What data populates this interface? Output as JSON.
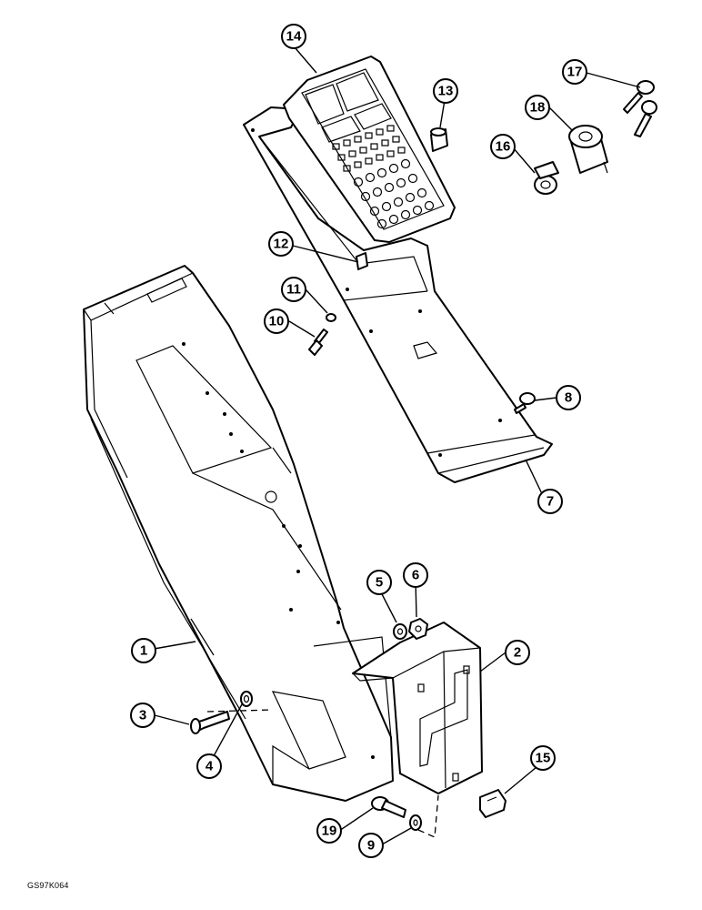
{
  "figure_code": "GS97K064",
  "callouts": [
    {
      "id": "c1",
      "label": "1"
    },
    {
      "id": "c2",
      "label": "2"
    },
    {
      "id": "c3",
      "label": "3"
    },
    {
      "id": "c4",
      "label": "4"
    },
    {
      "id": "c5",
      "label": "5"
    },
    {
      "id": "c6",
      "label": "6"
    },
    {
      "id": "c7",
      "label": "7"
    },
    {
      "id": "c8",
      "label": "8"
    },
    {
      "id": "c9",
      "label": "9"
    },
    {
      "id": "c10",
      "label": "10"
    },
    {
      "id": "c11",
      "label": "11"
    },
    {
      "id": "c12",
      "label": "12"
    },
    {
      "id": "c13",
      "label": "13"
    },
    {
      "id": "c14",
      "label": "14"
    },
    {
      "id": "c15",
      "label": "15"
    },
    {
      "id": "c16",
      "label": "16"
    },
    {
      "id": "c17",
      "label": "17"
    },
    {
      "id": "c18",
      "label": "18"
    },
    {
      "id": "c19",
      "label": "19"
    }
  ]
}
